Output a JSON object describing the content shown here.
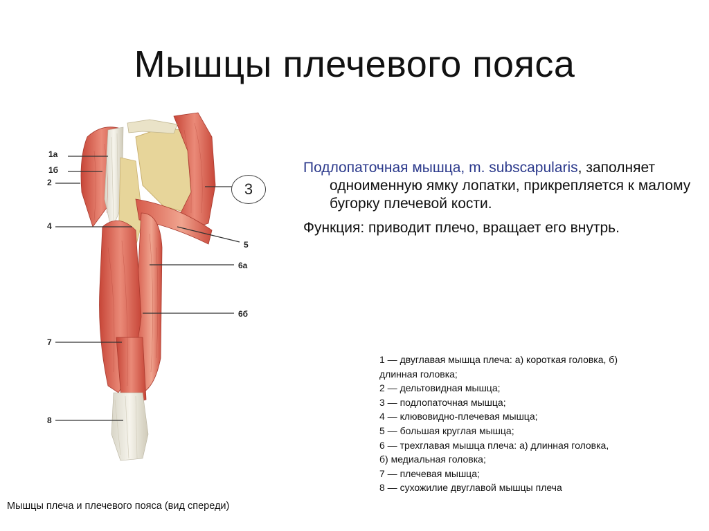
{
  "title": "Мышцы плечевого пояса",
  "diagram": {
    "labels": {
      "l1a": "1а",
      "l1b": "1б",
      "l2": "2",
      "l3": "3",
      "l4": "4",
      "l5": "5",
      "l6a": "6а",
      "l6b": "6б",
      "l7": "7",
      "l8": "8"
    },
    "colors": {
      "muscle": "#d9584a",
      "muscle_light": "#ec9a86",
      "tendon": "#eae7da",
      "bone": "#e8d79a"
    }
  },
  "description": {
    "term": "Подлопаточная мышца, m. subscapularis",
    "text": ", заполняет одноименную ямку лопатки, прикрепляется к малому бугорку плечевой кости.",
    "function": "Функция: приводит плечо, вращает его внутрь.",
    "term_color": "#2c3a8c"
  },
  "legend": [
    "1 — двуглавая мышца плеча: а) короткая головка, б) длинная головка;",
    "2 — дельтовидная мышца;",
    "3 — подлопаточная мышца;",
    "4 — клювовидно-плечевая мышца;",
    "5 — большая круглая мышца;",
    "6 — трехглавая мышца плеча: а) длинная головка, б) медиальная головка;",
    "7 — плечевая мышца;",
    "8 — сухожилие двуглавой мышцы плеча"
  ],
  "caption": "Мышцы плеча и плечевого пояса (вид спереди)"
}
